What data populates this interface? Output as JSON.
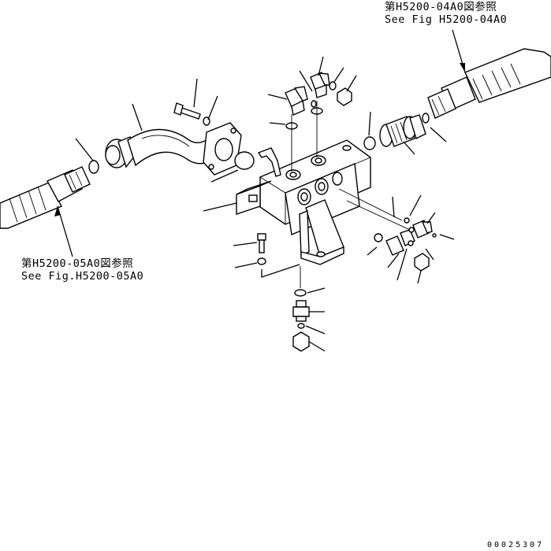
{
  "refs": {
    "upper_right": {
      "jp": "第H5200-04A0図参照",
      "en": "See Fig H5200-04A0"
    },
    "lower_left": {
      "jp": "第H5200-05A0図参照",
      "en": "See Fig.H5200-05A0"
    }
  },
  "drawing_number": "00025307"
}
